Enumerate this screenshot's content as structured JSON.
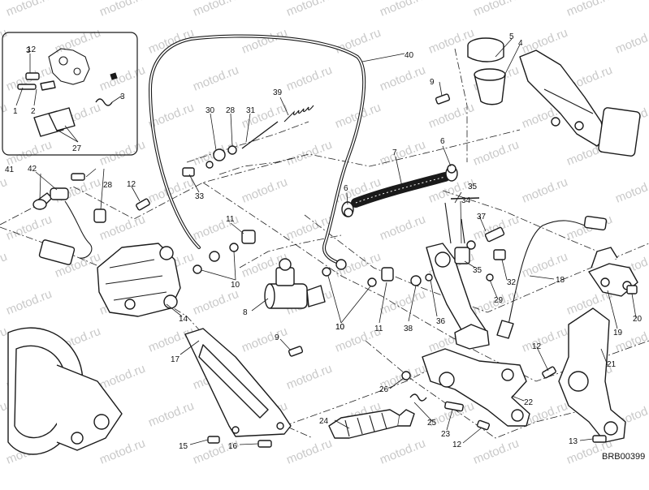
{
  "diagram": {
    "drawing_code": "BRB00399",
    "watermark_text": "motod.ru",
    "callouts": [
      "1",
      "2",
      "3",
      "3",
      "4",
      "5",
      "6",
      "6",
      "7",
      "8",
      "9",
      "9",
      "10",
      "10",
      "10",
      "11",
      "11",
      "12",
      "12",
      "12",
      "12",
      "13",
      "14",
      "15",
      "16",
      "17",
      "18",
      "19",
      "20",
      "21",
      "22",
      "23",
      "24",
      "25",
      "26",
      "27",
      "28",
      "28",
      "29",
      "30",
      "31",
      "32",
      "33",
      "34",
      "35",
      "35",
      "36",
      "37",
      "38",
      "39",
      "40",
      "41",
      "42"
    ]
  }
}
